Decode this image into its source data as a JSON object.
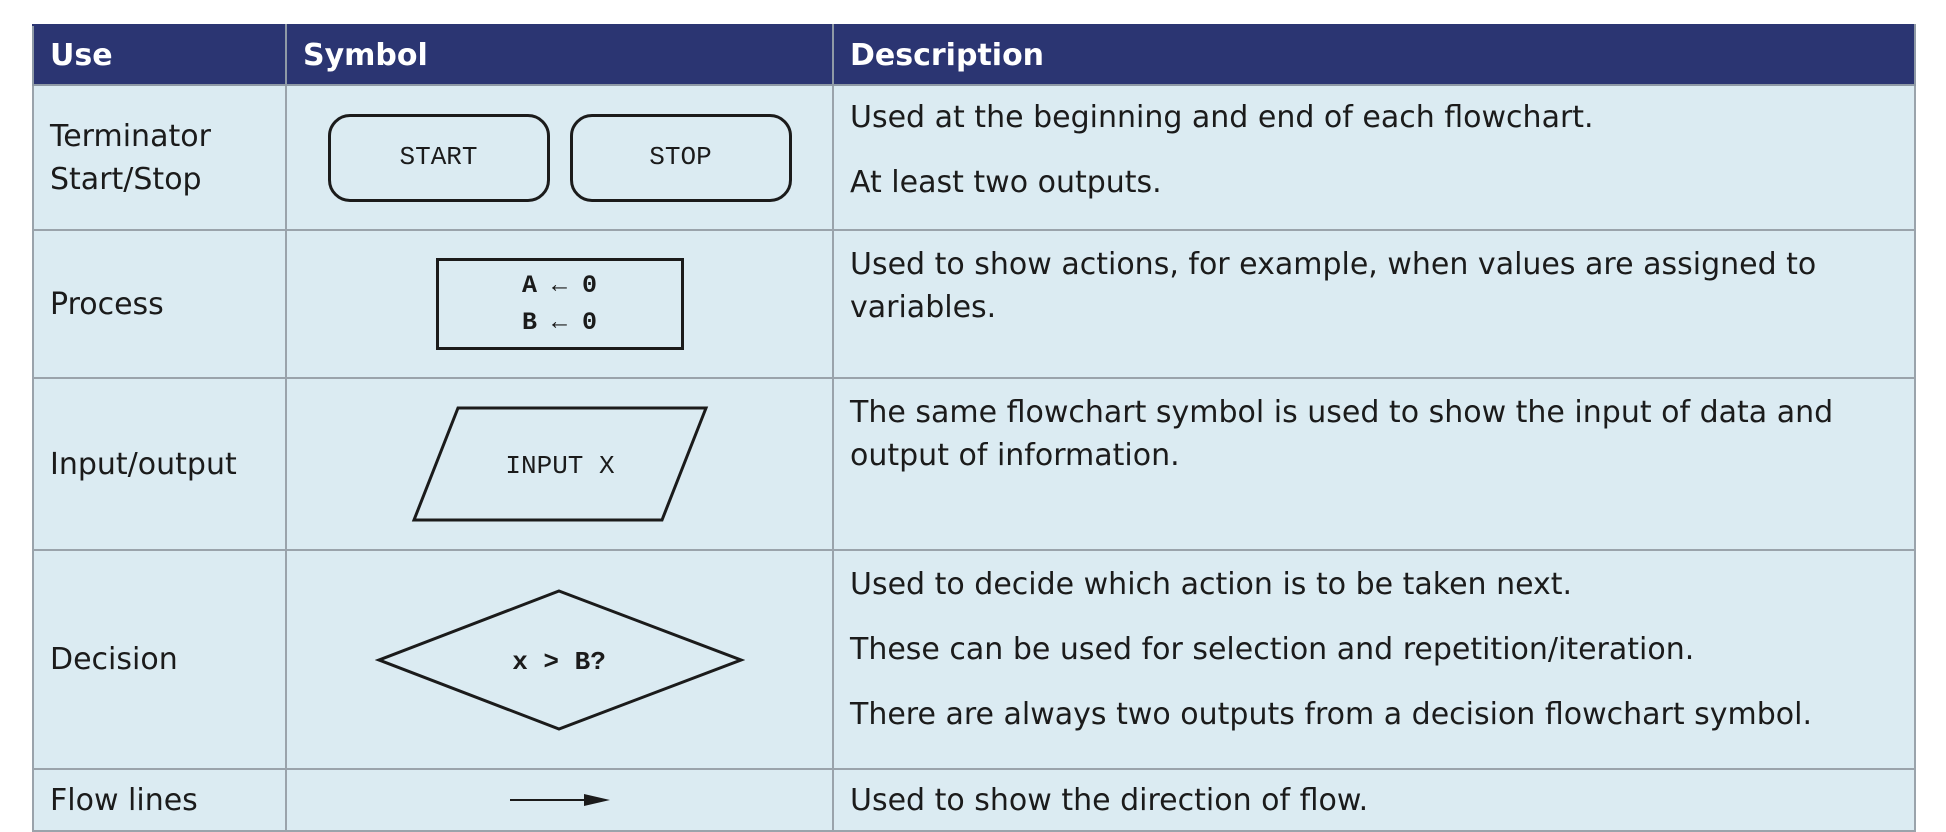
{
  "table": {
    "headers": {
      "use": "Use",
      "symbol": "Symbol",
      "description": "Description"
    },
    "rows": [
      {
        "use_lines": [
          "Terminator",
          "Start/Stop"
        ],
        "symbol": {
          "shape": "terminator",
          "labels": [
            "START",
            "STOP"
          ]
        },
        "description": [
          "Used at the beginning and end of each flowchart.",
          "At least two outputs."
        ]
      },
      {
        "use_lines": [
          "Process"
        ],
        "symbol": {
          "shape": "process",
          "labels": [
            "A ← 0",
            "B ← 0"
          ]
        },
        "description": [
          "Used to show actions, for example, when values are assigned to variables."
        ]
      },
      {
        "use_lines": [
          "Input/output"
        ],
        "symbol": {
          "shape": "parallelogram",
          "labels": [
            "INPUT X"
          ]
        },
        "description": [
          "The same flowchart symbol is used to show the input of data and output of information."
        ]
      },
      {
        "use_lines": [
          "Decision"
        ],
        "symbol": {
          "shape": "diamond",
          "labels": [
            "x > B?"
          ]
        },
        "description": [
          "Used to decide which action is to be taken next.",
          "These can be used for selection and repetition/iteration.",
          "There are always two outputs from a decision flowchart symbol."
        ]
      },
      {
        "use_lines": [
          "Flow lines"
        ],
        "symbol": {
          "shape": "arrow",
          "labels": []
        },
        "description": [
          "Used to show the direction of flow."
        ]
      }
    ]
  },
  "colors": {
    "header_bg": "#2b3572",
    "cell_bg": "#dbebf2",
    "border": "#9aa3ab",
    "ink": "#1b1b1b"
  }
}
